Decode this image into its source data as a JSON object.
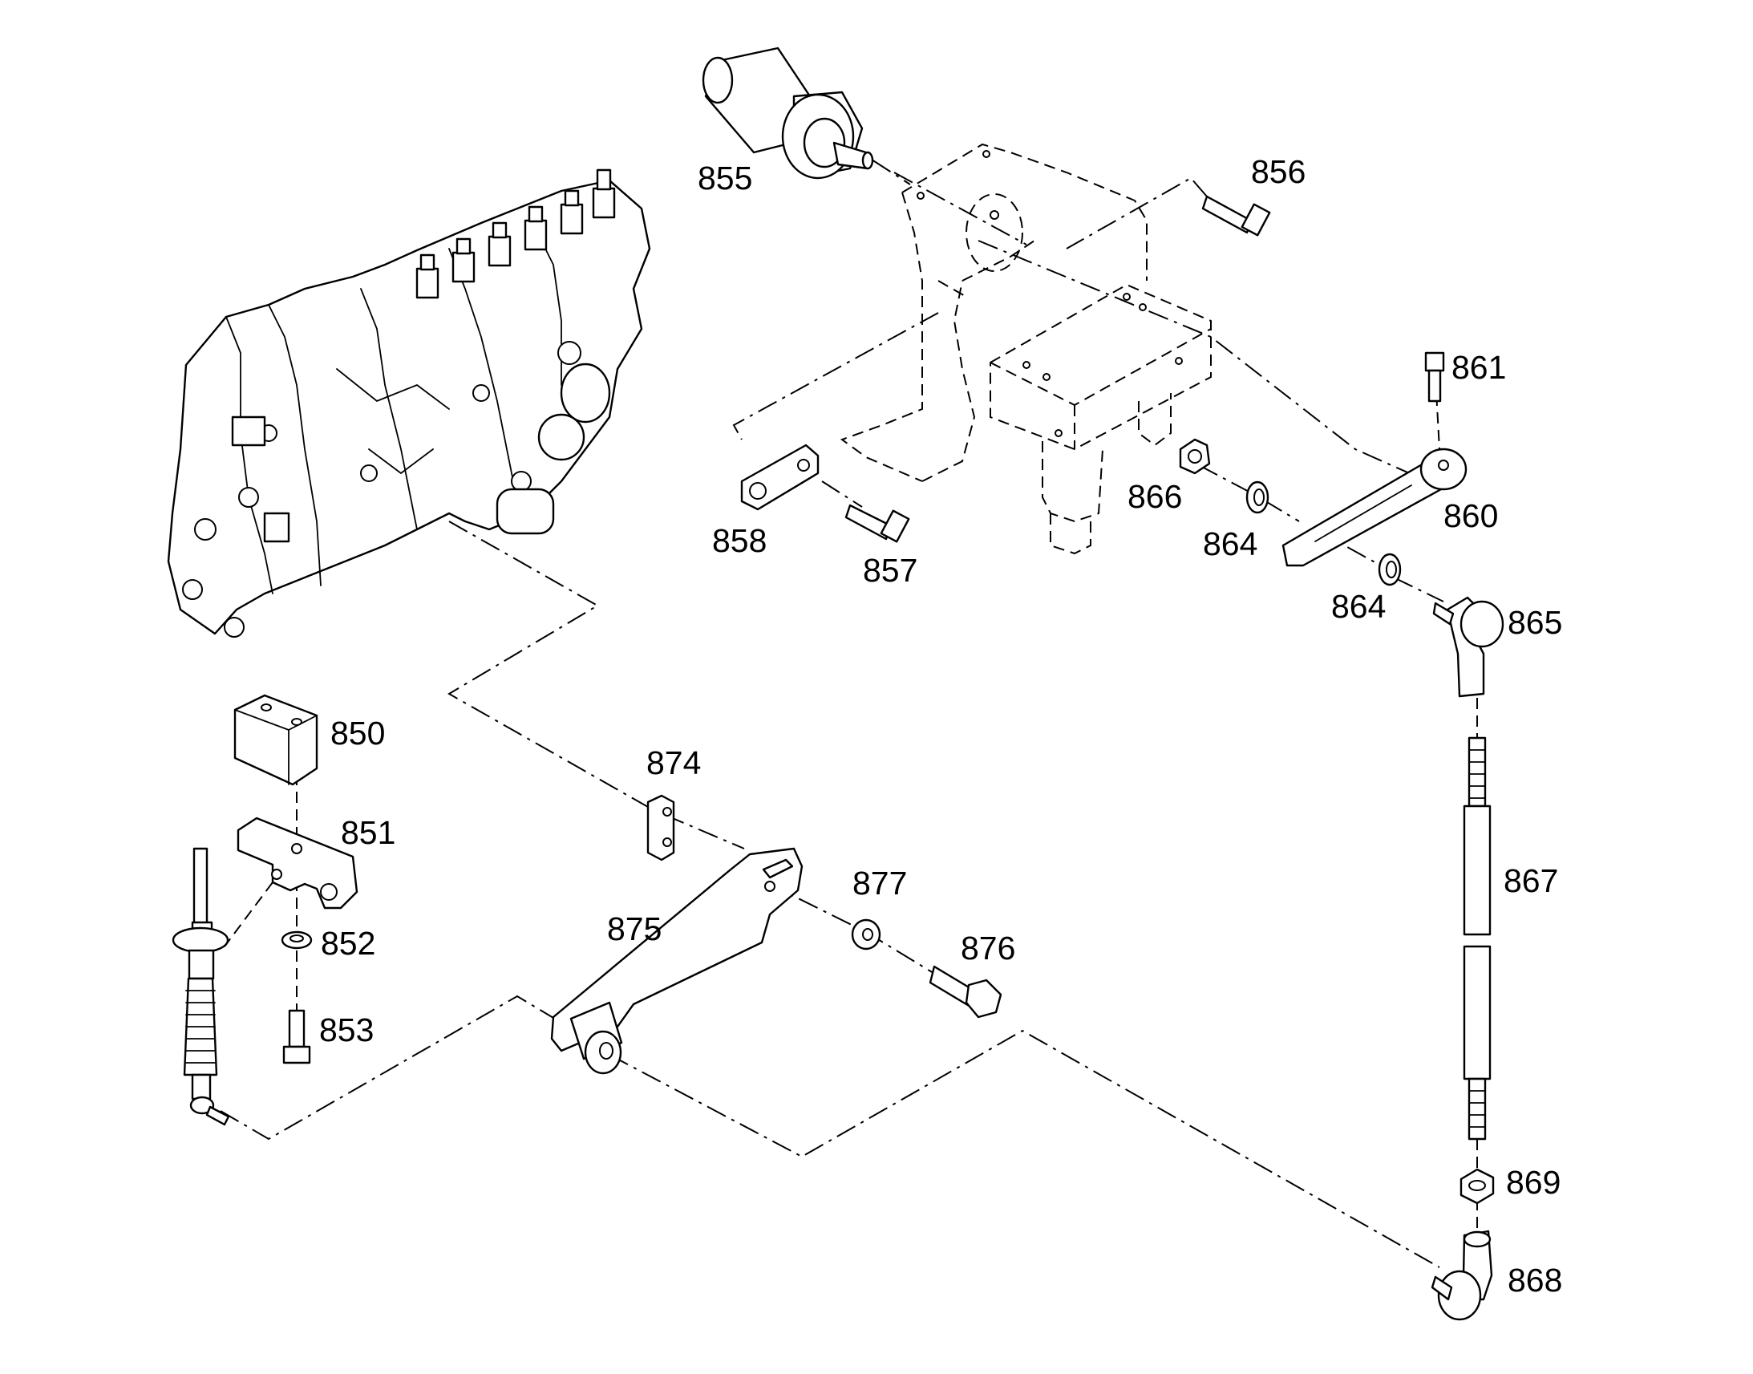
{
  "diagram": {
    "callouts": [
      {
        "id": "850",
        "text": "850"
      },
      {
        "id": "851",
        "text": "851"
      },
      {
        "id": "852",
        "text": "852"
      },
      {
        "id": "853",
        "text": "853"
      },
      {
        "id": "855",
        "text": "855"
      },
      {
        "id": "856",
        "text": "856"
      },
      {
        "id": "857",
        "text": "857"
      },
      {
        "id": "858",
        "text": "858"
      },
      {
        "id": "860",
        "text": "860"
      },
      {
        "id": "861",
        "text": "861"
      },
      {
        "id": "864a",
        "text": "864"
      },
      {
        "id": "864b",
        "text": "864"
      },
      {
        "id": "865",
        "text": "865"
      },
      {
        "id": "866",
        "text": "866"
      },
      {
        "id": "867",
        "text": "867"
      },
      {
        "id": "868",
        "text": "868"
      },
      {
        "id": "869",
        "text": "869"
      },
      {
        "id": "874",
        "text": "874"
      },
      {
        "id": "875",
        "text": "875"
      },
      {
        "id": "876",
        "text": "876"
      },
      {
        "id": "877",
        "text": "877"
      }
    ]
  }
}
